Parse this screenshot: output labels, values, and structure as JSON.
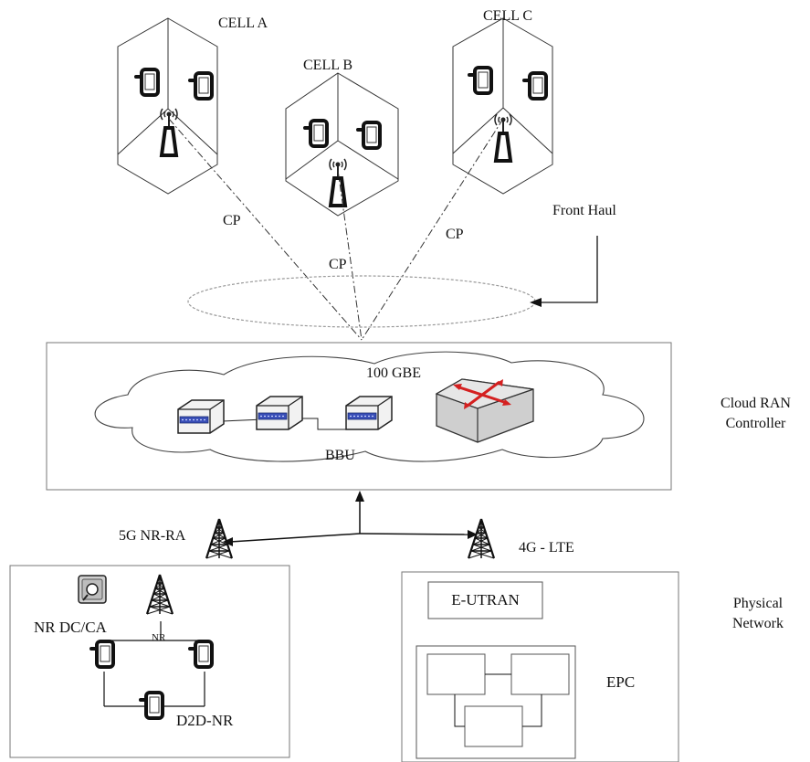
{
  "cells": [
    {
      "label": "CELL  A"
    },
    {
      "label": "CELL  B"
    },
    {
      "label": "CELL  C"
    }
  ],
  "links": {
    "cp_a": "CP",
    "cp_b": "CP",
    "cp_c": "CP",
    "front_haul": "Front Haul"
  },
  "cloud_ran": {
    "backbone": "100 GBE",
    "bbu": "BBU",
    "controller_line1": "Cloud RAN",
    "controller_line2": "Controller"
  },
  "radio_access": {
    "nr_5g": "5G NR-RA",
    "lte_4g": "4G - LTE"
  },
  "physical": {
    "line1": "Physical",
    "line2": "Network",
    "nr_dc_ca": "NR DC/CA",
    "nr": "NR",
    "d2d_nr": "D2D-NR",
    "eutran": "E-UTRAN",
    "epc": "EPC"
  },
  "colors": {
    "router_arrows": "#d42020",
    "router_body": "#cfcfcf",
    "bbu_stripe": "#3a4fb8",
    "outline": "#333333"
  }
}
